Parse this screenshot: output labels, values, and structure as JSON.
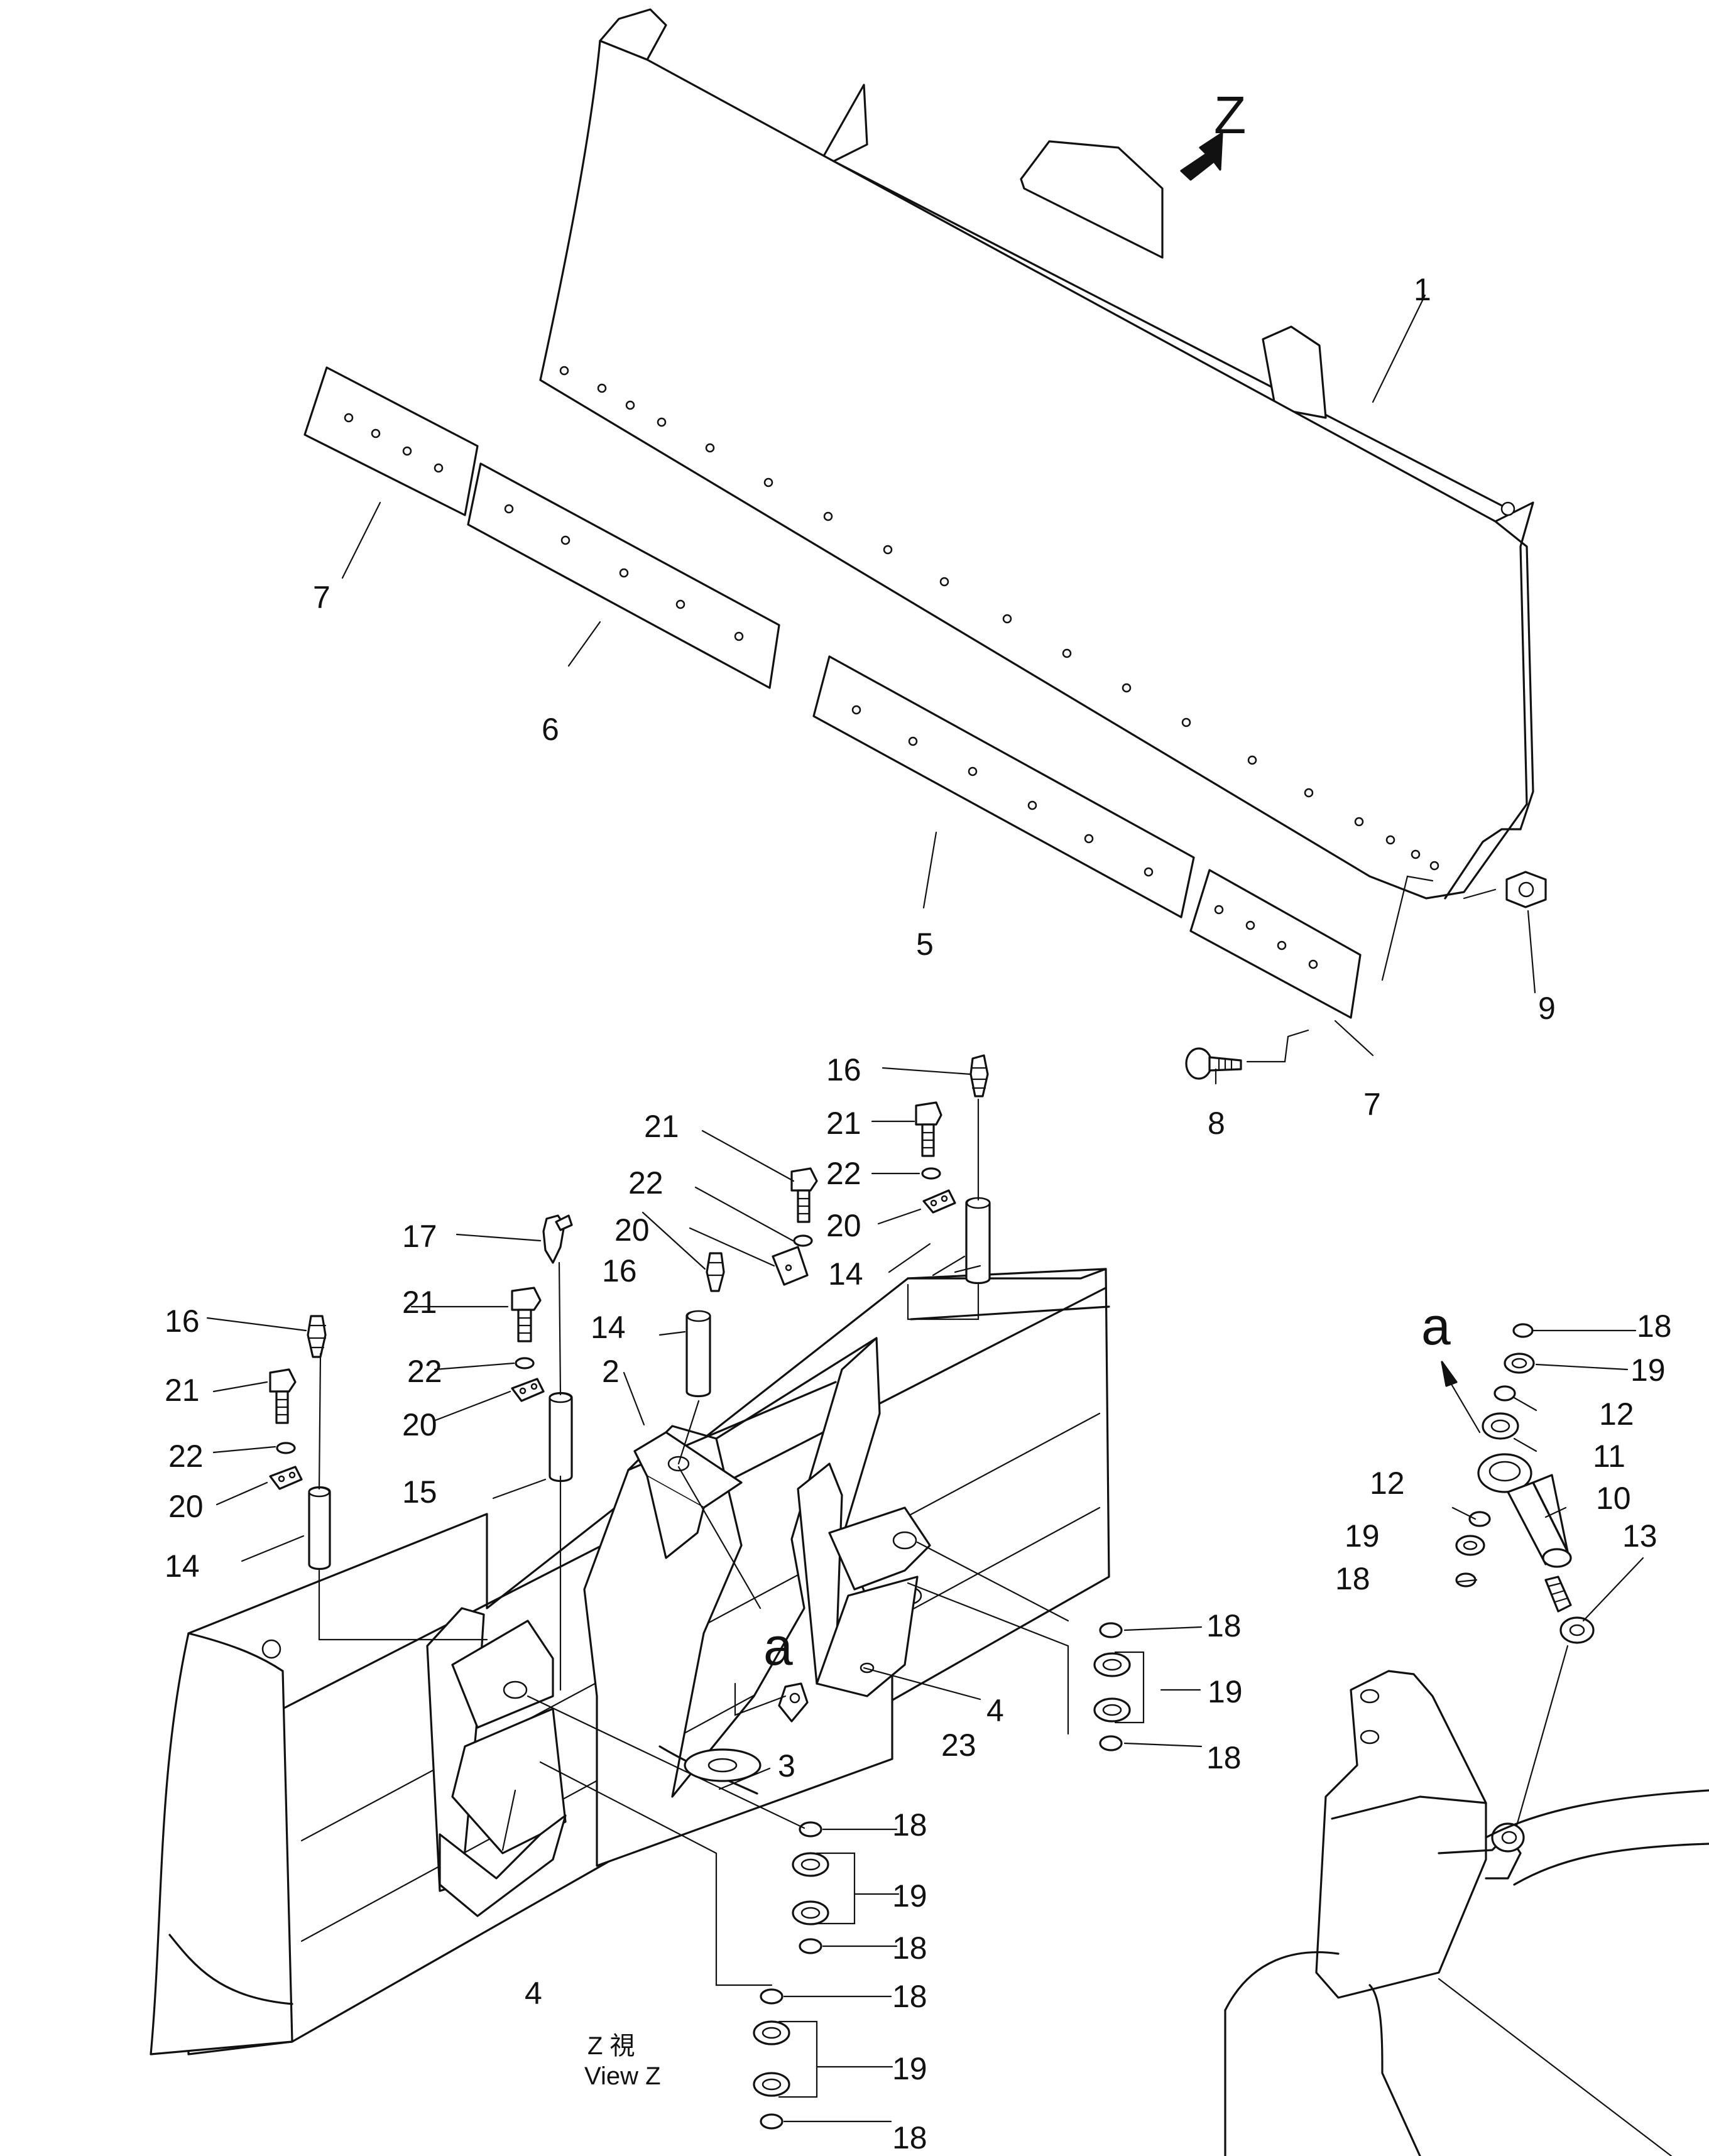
{
  "diagram": {
    "view_marker": "Z",
    "detail_marker": "a",
    "view_caption": {
      "line1": "Z  視",
      "line2": "View  Z"
    },
    "part_labels": {
      "p1": "1",
      "p2": "2",
      "p3": "3",
      "p4": "4",
      "p5": "5",
      "p6": "6",
      "p7": "7",
      "p8": "8",
      "p9": "9",
      "p10": "10",
      "p11": "11",
      "p12": "12",
      "p13": "13",
      "p14": "14",
      "p15": "15",
      "p16": "16",
      "p17": "17",
      "p18": "18",
      "p19": "19",
      "p20": "20",
      "p21": "21",
      "p22": "22",
      "p23": "23"
    }
  }
}
